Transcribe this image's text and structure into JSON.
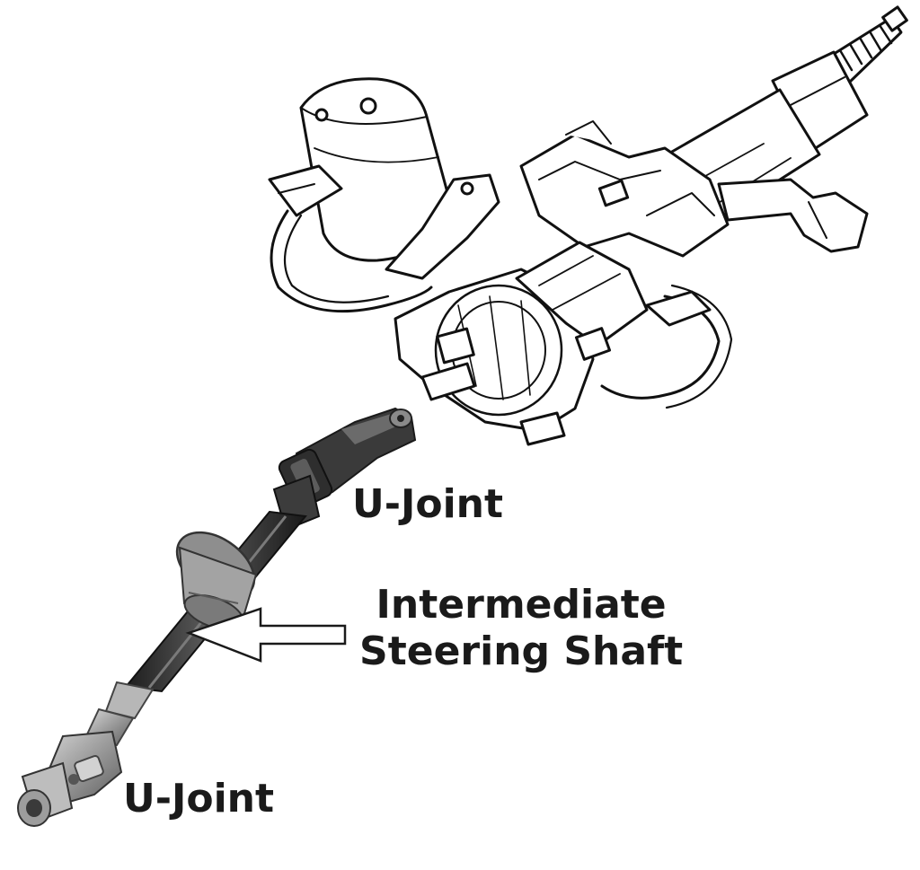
{
  "labels": {
    "u_joint_top": "U-Joint",
    "intermediate_line1": "Intermediate",
    "intermediate_line2": "Steering Shaft",
    "u_joint_bottom": "U-Joint"
  },
  "colors": {
    "line_art": "#111111",
    "shaft_dark": "#2b2b2b",
    "shaft_mid": "#4a4a4a",
    "metal_light": "#b9b9b9",
    "metal_mid": "#8d8d8d",
    "text": "#1a1a1a"
  },
  "icons": {
    "pointer": "hollow-arrow-left-icon"
  }
}
